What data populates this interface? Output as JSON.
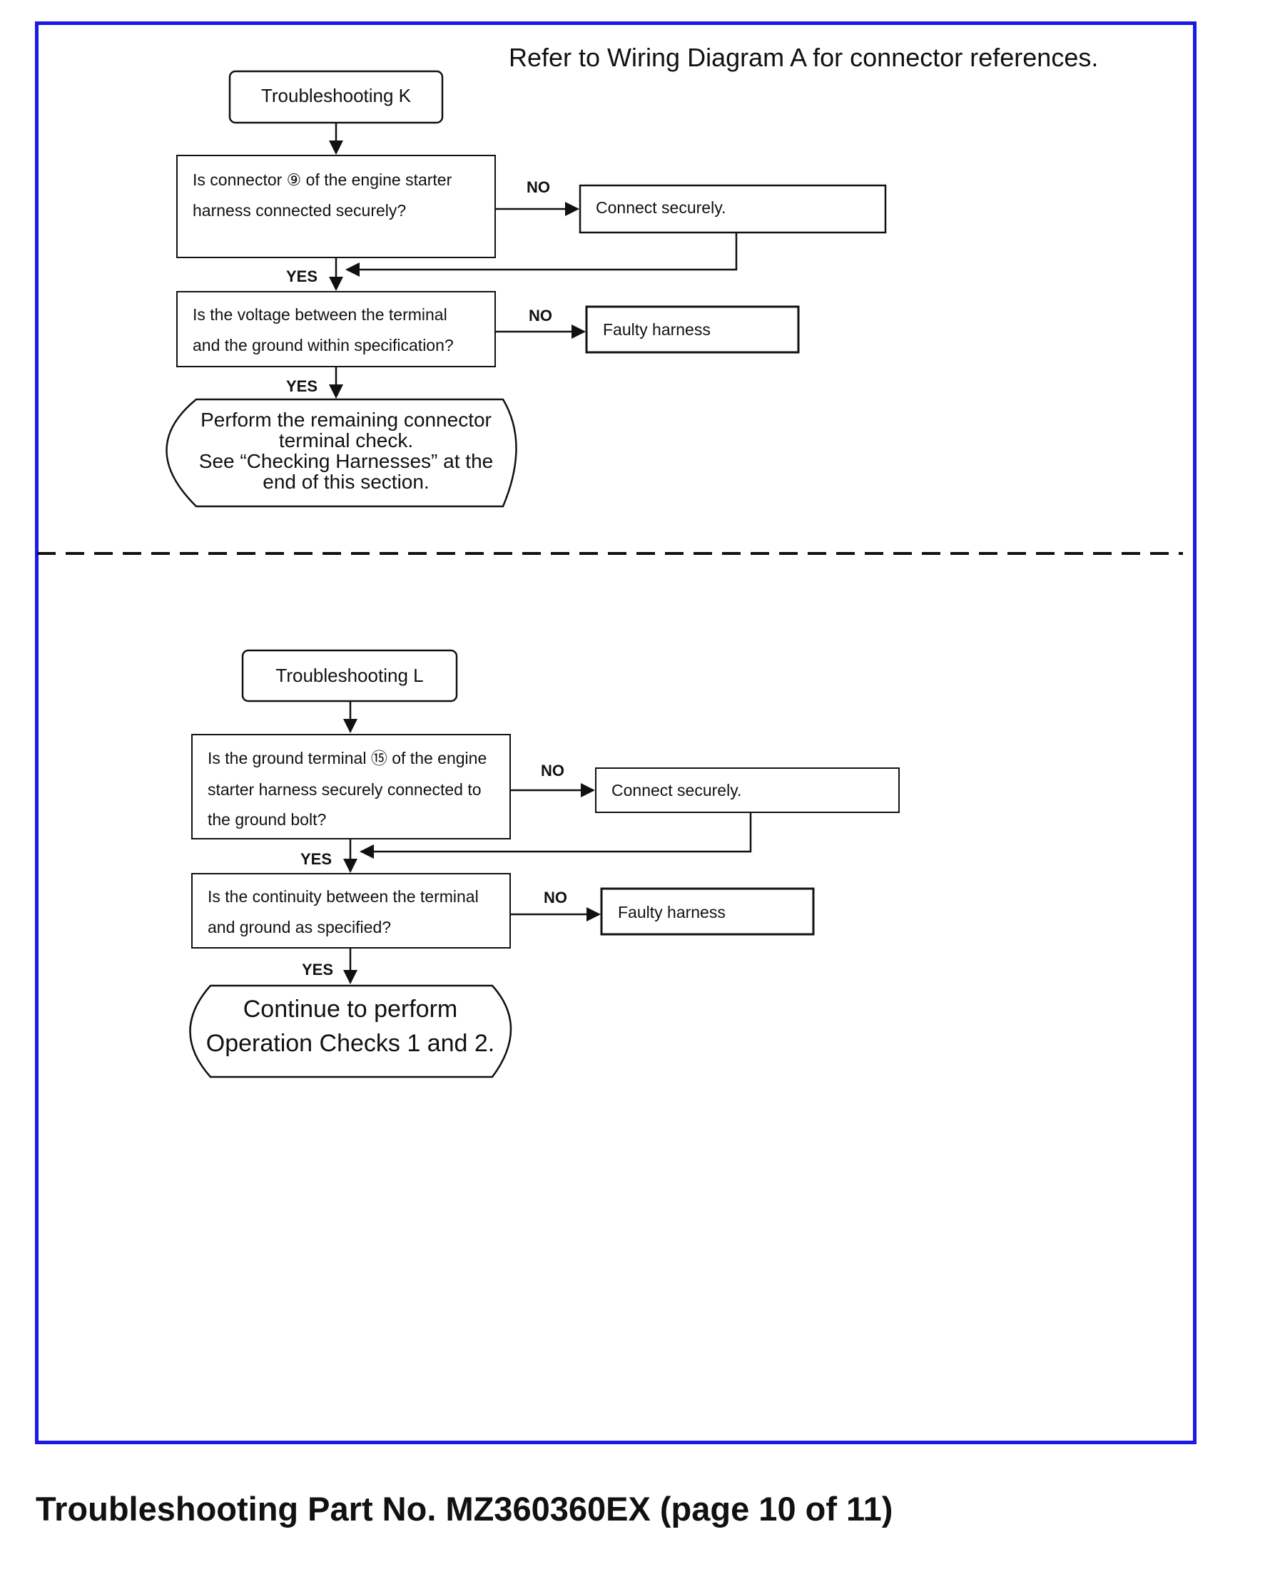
{
  "note": "Refer to Wiring Diagram A for connector references.",
  "flow_k": {
    "title": "Troubleshooting K",
    "q1": [
      "Is connector ⑨ of the engine starter",
      "harness connected securely?"
    ],
    "q1_no_action": "Connect securely.",
    "q2": [
      "Is the voltage between the terminal",
      "and the ground within specification?"
    ],
    "q2_no_action": "Faulty harness",
    "end": [
      "Perform the remaining connector",
      "terminal check.",
      "See “Checking Harnesses” at the",
      "end of this section."
    ]
  },
  "flow_l": {
    "title": "Troubleshooting L",
    "q1": [
      "Is the ground terminal ⑮ of the engine",
      "starter harness securely connected to",
      "the ground bolt?"
    ],
    "q1_no_action": "Connect securely.",
    "q2": [
      "Is the continuity between the terminal",
      "and ground as specified?"
    ],
    "q2_no_action": "Faulty harness",
    "end": [
      "Continue to perform",
      "Operation Checks 1 and 2."
    ]
  },
  "labels": {
    "yes": "YES",
    "no": "NO"
  },
  "footer": "Troubleshooting Part No. MZ360360EX (page 10 of 11)",
  "colors": {
    "frame": "#1a1ae6",
    "ink": "#111111"
  }
}
